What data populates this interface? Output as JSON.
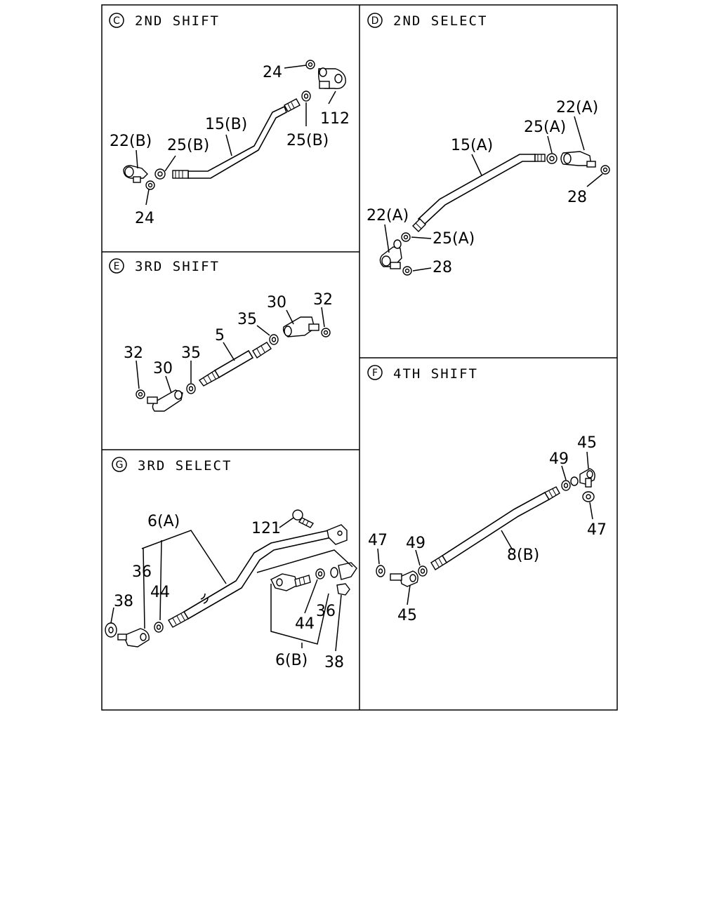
{
  "panels": {
    "c": {
      "badge": "C",
      "title": "2ND SHIFT",
      "labels": {
        "l1": "24",
        "l2": "112",
        "l3": "15(B)",
        "l4": "25(B)",
        "l5": "22(B)",
        "l6": "25(B)",
        "l7": "24"
      }
    },
    "d": {
      "badge": "D",
      "title": "2ND SELECT",
      "labels": {
        "l1": "22(A)",
        "l2": "25(A)",
        "l3": "15(A)",
        "l4": "28",
        "l5": "22(A)",
        "l6": "25(A)",
        "l7": "28"
      }
    },
    "e": {
      "badge": "E",
      "title": "3RD SHIFT",
      "labels": {
        "l1": "30",
        "l2": "32",
        "l3": "35",
        "l4": "5",
        "l5": "32",
        "l6": "30",
        "l7": "35"
      }
    },
    "f": {
      "badge": "F",
      "title": "4TH SHIFT",
      "labels": {
        "l1": "45",
        "l2": "49",
        "l3": "47",
        "l4": "8(B)",
        "l5": "47",
        "l6": "49",
        "l7": "45"
      }
    },
    "g": {
      "badge": "G",
      "title": "3RD SELECT",
      "labels": {
        "l1": "6(A)",
        "l2": "121",
        "l3": "36",
        "l4": "44",
        "l5": "38",
        "l6": "44",
        "l7": "36",
        "l8": "6(B)",
        "l9": "38"
      }
    }
  }
}
